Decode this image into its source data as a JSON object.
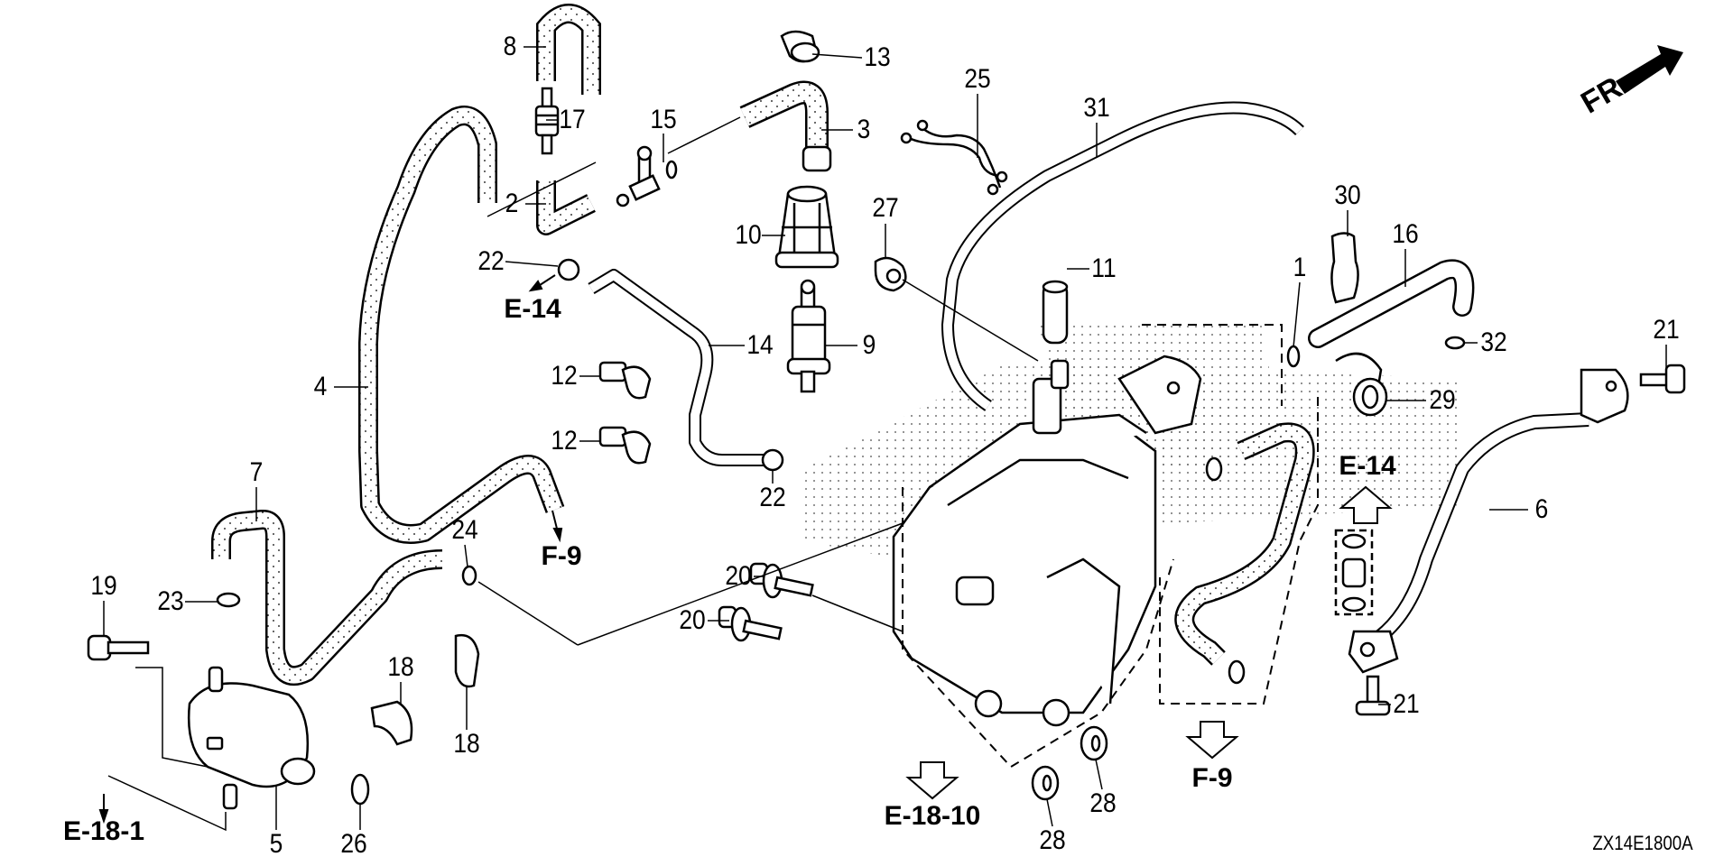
{
  "diagram": {
    "title_code": "ZX14E1800A",
    "orientation_label": "FR.",
    "callouts": [
      {
        "id": "c8",
        "label": "8"
      },
      {
        "id": "c17",
        "label": "17"
      },
      {
        "id": "c15",
        "label": "15"
      },
      {
        "id": "c13",
        "label": "13"
      },
      {
        "id": "c3",
        "label": "3"
      },
      {
        "id": "c2",
        "label": "2"
      },
      {
        "id": "c25",
        "label": "25"
      },
      {
        "id": "c31",
        "label": "31"
      },
      {
        "id": "c10",
        "label": "10"
      },
      {
        "id": "c27",
        "label": "27"
      },
      {
        "id": "c30",
        "label": "30"
      },
      {
        "id": "c16",
        "label": "16"
      },
      {
        "id": "c22a",
        "label": "22"
      },
      {
        "id": "c11",
        "label": "11"
      },
      {
        "id": "c1",
        "label": "1"
      },
      {
        "id": "c21a",
        "label": "21"
      },
      {
        "id": "c32",
        "label": "32"
      },
      {
        "id": "c4",
        "label": "4"
      },
      {
        "id": "c14",
        "label": "14"
      },
      {
        "id": "c9",
        "label": "9"
      },
      {
        "id": "c12a",
        "label": "12"
      },
      {
        "id": "c12b",
        "label": "12"
      },
      {
        "id": "c29",
        "label": "29"
      },
      {
        "id": "c22b",
        "label": "22"
      },
      {
        "id": "c6",
        "label": "6"
      },
      {
        "id": "c7",
        "label": "7"
      },
      {
        "id": "c24",
        "label": "24"
      },
      {
        "id": "c20a",
        "label": "20"
      },
      {
        "id": "c20b",
        "label": "20"
      },
      {
        "id": "c19",
        "label": "19"
      },
      {
        "id": "c23",
        "label": "23"
      },
      {
        "id": "c18a",
        "label": "18"
      },
      {
        "id": "c18b",
        "label": "18"
      },
      {
        "id": "c21b",
        "label": "21"
      },
      {
        "id": "c5",
        "label": "5"
      },
      {
        "id": "c26",
        "label": "26"
      },
      {
        "id": "c28a",
        "label": "28"
      },
      {
        "id": "c28b",
        "label": "28"
      }
    ],
    "section_refs": [
      {
        "id": "r_e14_left",
        "label": "E-14"
      },
      {
        "id": "r_e14_right",
        "label": "E-14"
      },
      {
        "id": "r_f9_upper",
        "label": "F-9"
      },
      {
        "id": "r_f9_lower",
        "label": "F-9"
      },
      {
        "id": "r_e18_1",
        "label": "E-18-1"
      },
      {
        "id": "r_e18_10",
        "label": "E-18-10"
      }
    ],
    "colors": {
      "line": "#000000",
      "background": "#ffffff",
      "stipple": "#000000"
    }
  }
}
